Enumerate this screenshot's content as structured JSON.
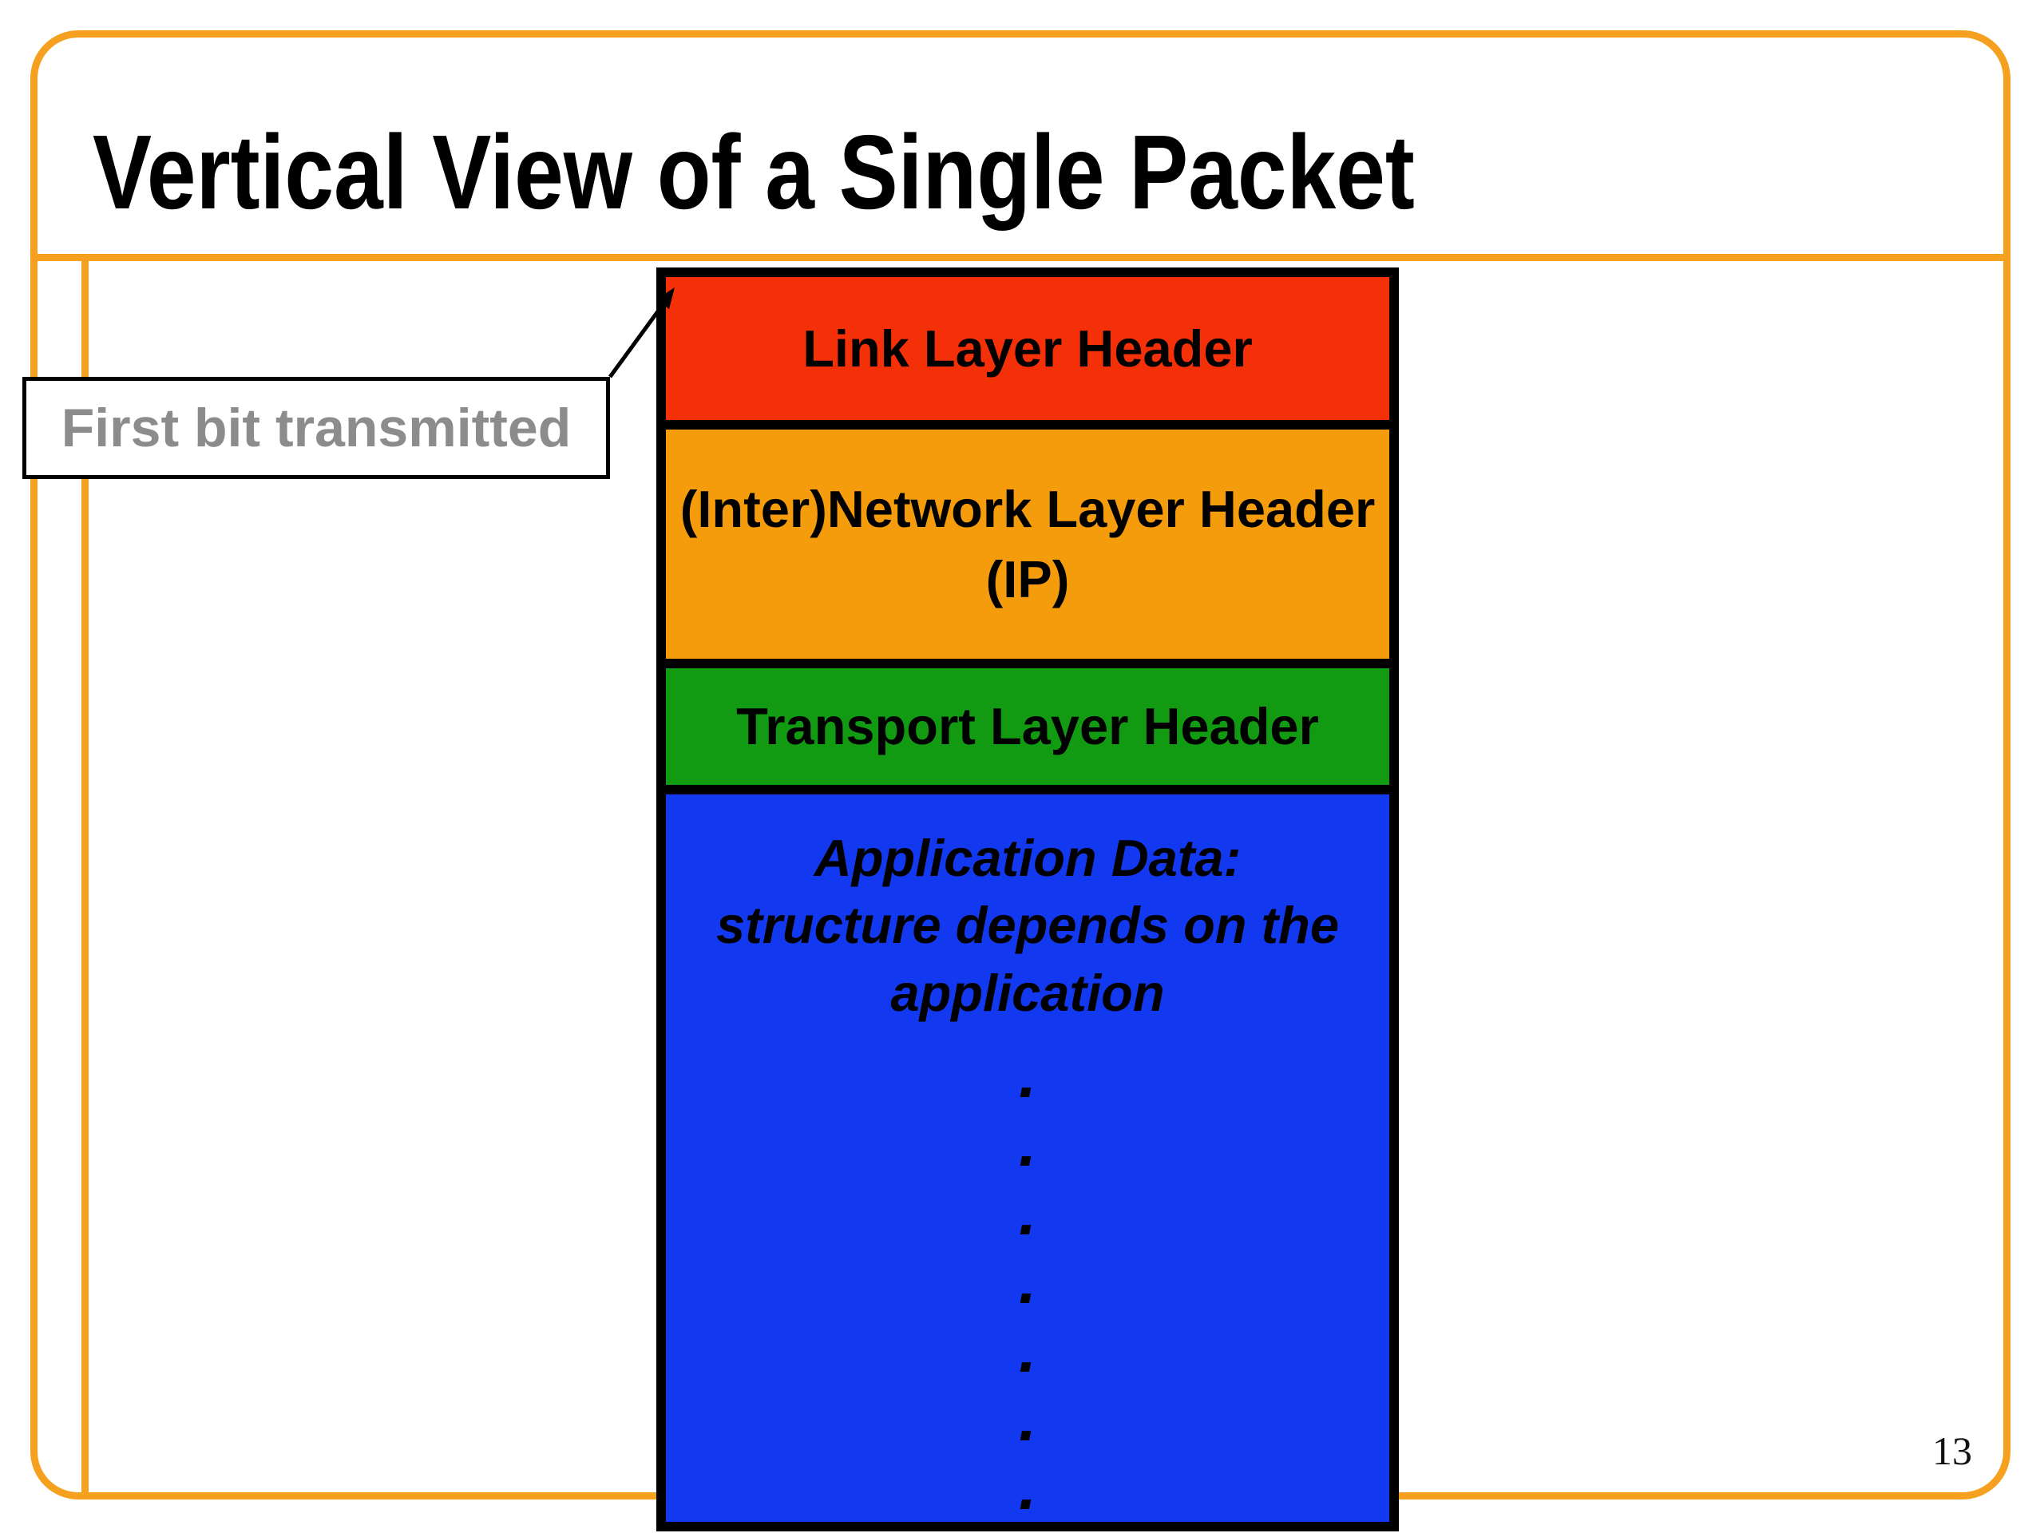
{
  "slide": {
    "title": "Vertical View of a Single Packet",
    "page_number": "13",
    "callout_label": "First bit transmitted",
    "dot_char": ".",
    "packet_stack": {
      "layers": [
        {
          "name": "link-layer",
          "label": "Link Layer Header",
          "color": "#F43008"
        },
        {
          "name": "network-layer",
          "label": "(Inter)Network Layer Header (IP)",
          "color": "#F59C0C"
        },
        {
          "name": "transport-layer",
          "label": "Transport Layer Header",
          "color": "#129B12"
        },
        {
          "name": "application-data",
          "color": "#1239F0",
          "dots_count": 7,
          "lines": [
            "Application Data:",
            "structure depends on the",
            "application"
          ]
        }
      ]
    },
    "colors": {
      "frame": "#F5A01E",
      "stack_border": "#000000",
      "callout_text": "#8C8C8C",
      "title_text": "#000000",
      "arrow": "#000000"
    }
  }
}
